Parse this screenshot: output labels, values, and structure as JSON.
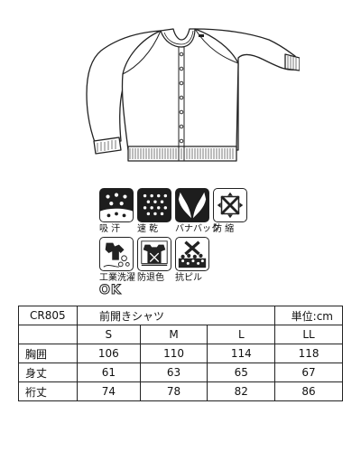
{
  "icons": {
    "row1": [
      {
        "name": "sweat-absorb-icon",
        "label": "吸 汗"
      },
      {
        "name": "quick-dry-icon",
        "label": "速 乾"
      },
      {
        "name": "banner-back-icon",
        "label": "バナバック"
      },
      {
        "name": "anti-shrink-icon",
        "label": "防 縮"
      }
    ],
    "row2": [
      {
        "name": "industrial-wash-icon",
        "label": "工業洗濯",
        "badge": "OK"
      },
      {
        "name": "anti-fade-icon",
        "label": "防退色"
      },
      {
        "name": "anti-pill-icon",
        "label": "抗ピル"
      }
    ]
  },
  "size_table": {
    "model": "CR805",
    "product_type": "前開きシャツ",
    "unit": "単位:cm",
    "sizes": [
      "S",
      "M",
      "L",
      "LL"
    ],
    "rows": [
      {
        "label": "胸囲",
        "values": [
          "106",
          "110",
          "114",
          "118"
        ]
      },
      {
        "label": "身丈",
        "values": [
          "61",
          "63",
          "65",
          "67"
        ]
      },
      {
        "label": "裄丈",
        "values": [
          "74",
          "78",
          "82",
          "86"
        ]
      }
    ]
  }
}
